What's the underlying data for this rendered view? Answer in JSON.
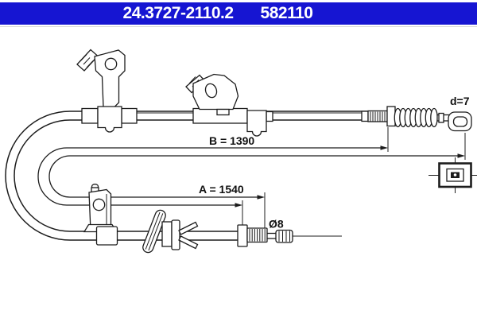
{
  "header": {
    "part_number": "24.3727-2110.2",
    "catalog_number": "582110",
    "background_color": "#1615d2",
    "text_color": "#ffffff"
  },
  "drawing": {
    "type": "brake-cable-technical-drawing",
    "line_color": "#1c1c1c",
    "dimension_b_label": "B = 1390",
    "dimension_a_label": "A = 1540",
    "cable_end_diameter_label": "d=7",
    "nipple_diameter_label": "Ø8"
  }
}
